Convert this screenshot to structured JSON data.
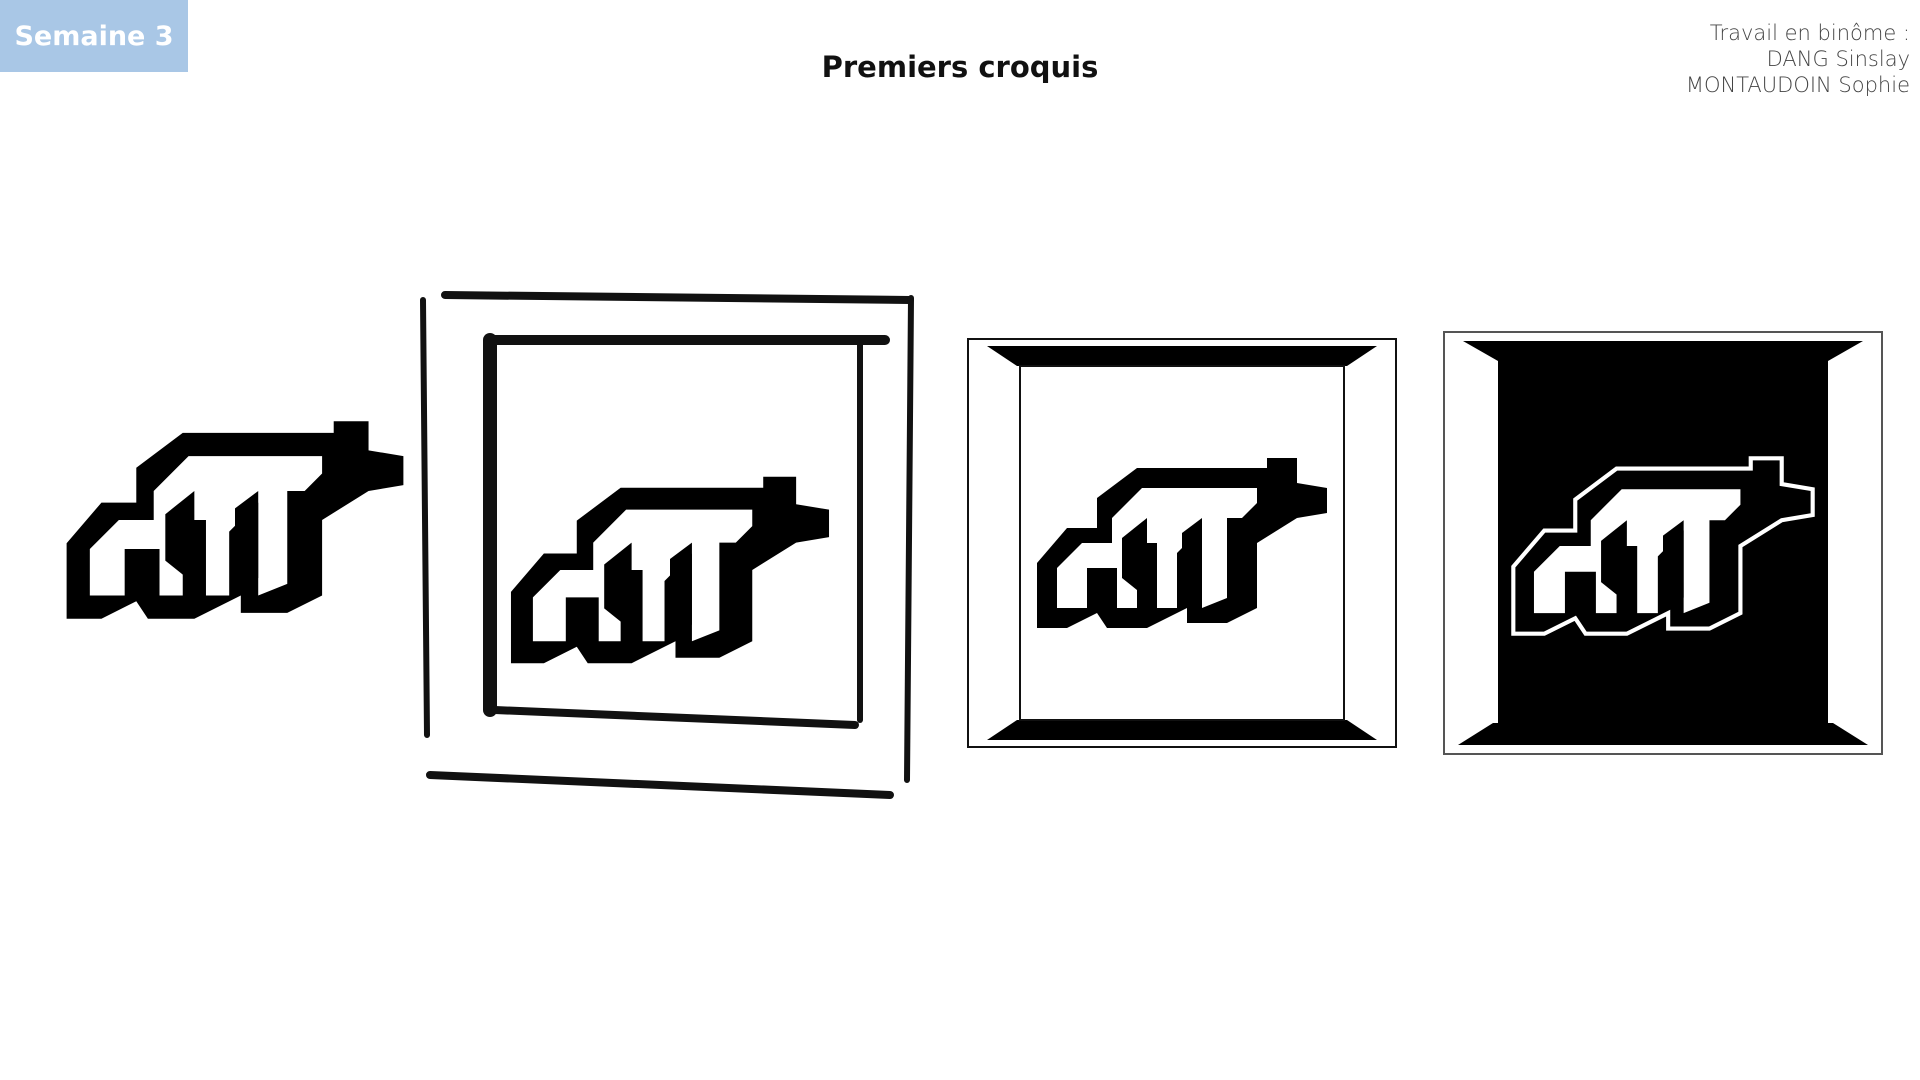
{
  "badge": {
    "label": "Semaine 3",
    "color": "#a9c7e6"
  },
  "title": "Premiers croquis",
  "authors": {
    "heading": "Travail en binôme :",
    "names": [
      "DANG Sinslay",
      "MONTAUDOIN Sophie"
    ]
  },
  "sketches": [
    {
      "kind": "logo-freehand"
    },
    {
      "kind": "logo-double-frame-freehand"
    },
    {
      "kind": "logo-bevel-frame-white"
    },
    {
      "kind": "logo-bevel-frame-black"
    }
  ]
}
